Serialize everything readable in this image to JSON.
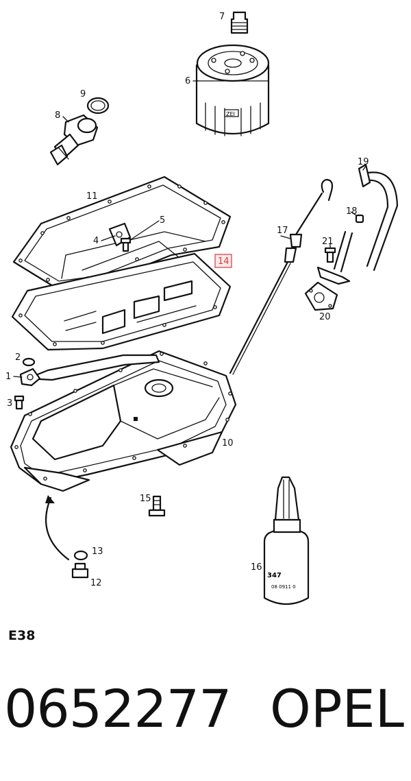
{
  "diagram": {
    "callouts": {
      "c1": "1",
      "c2": "2",
      "c3": "3",
      "c4": "4",
      "c5": "5",
      "c6": "6",
      "c7": "7",
      "c8": "8",
      "c9": "9",
      "c10": "10",
      "c11": "11",
      "c12": "12",
      "c13": "13",
      "c14": "14",
      "c15": "15",
      "c16": "16",
      "c17": "17",
      "c18": "18",
      "c19": "19",
      "c20": "20",
      "c21": "21"
    },
    "bottle_label_1": "347",
    "bottle_label_2": "08 0911 0"
  },
  "code_label": "E38",
  "part_number": "0652277",
  "brand": "OPEL",
  "colors": {
    "highlight": "#d23c3c",
    "line": "#111111"
  }
}
